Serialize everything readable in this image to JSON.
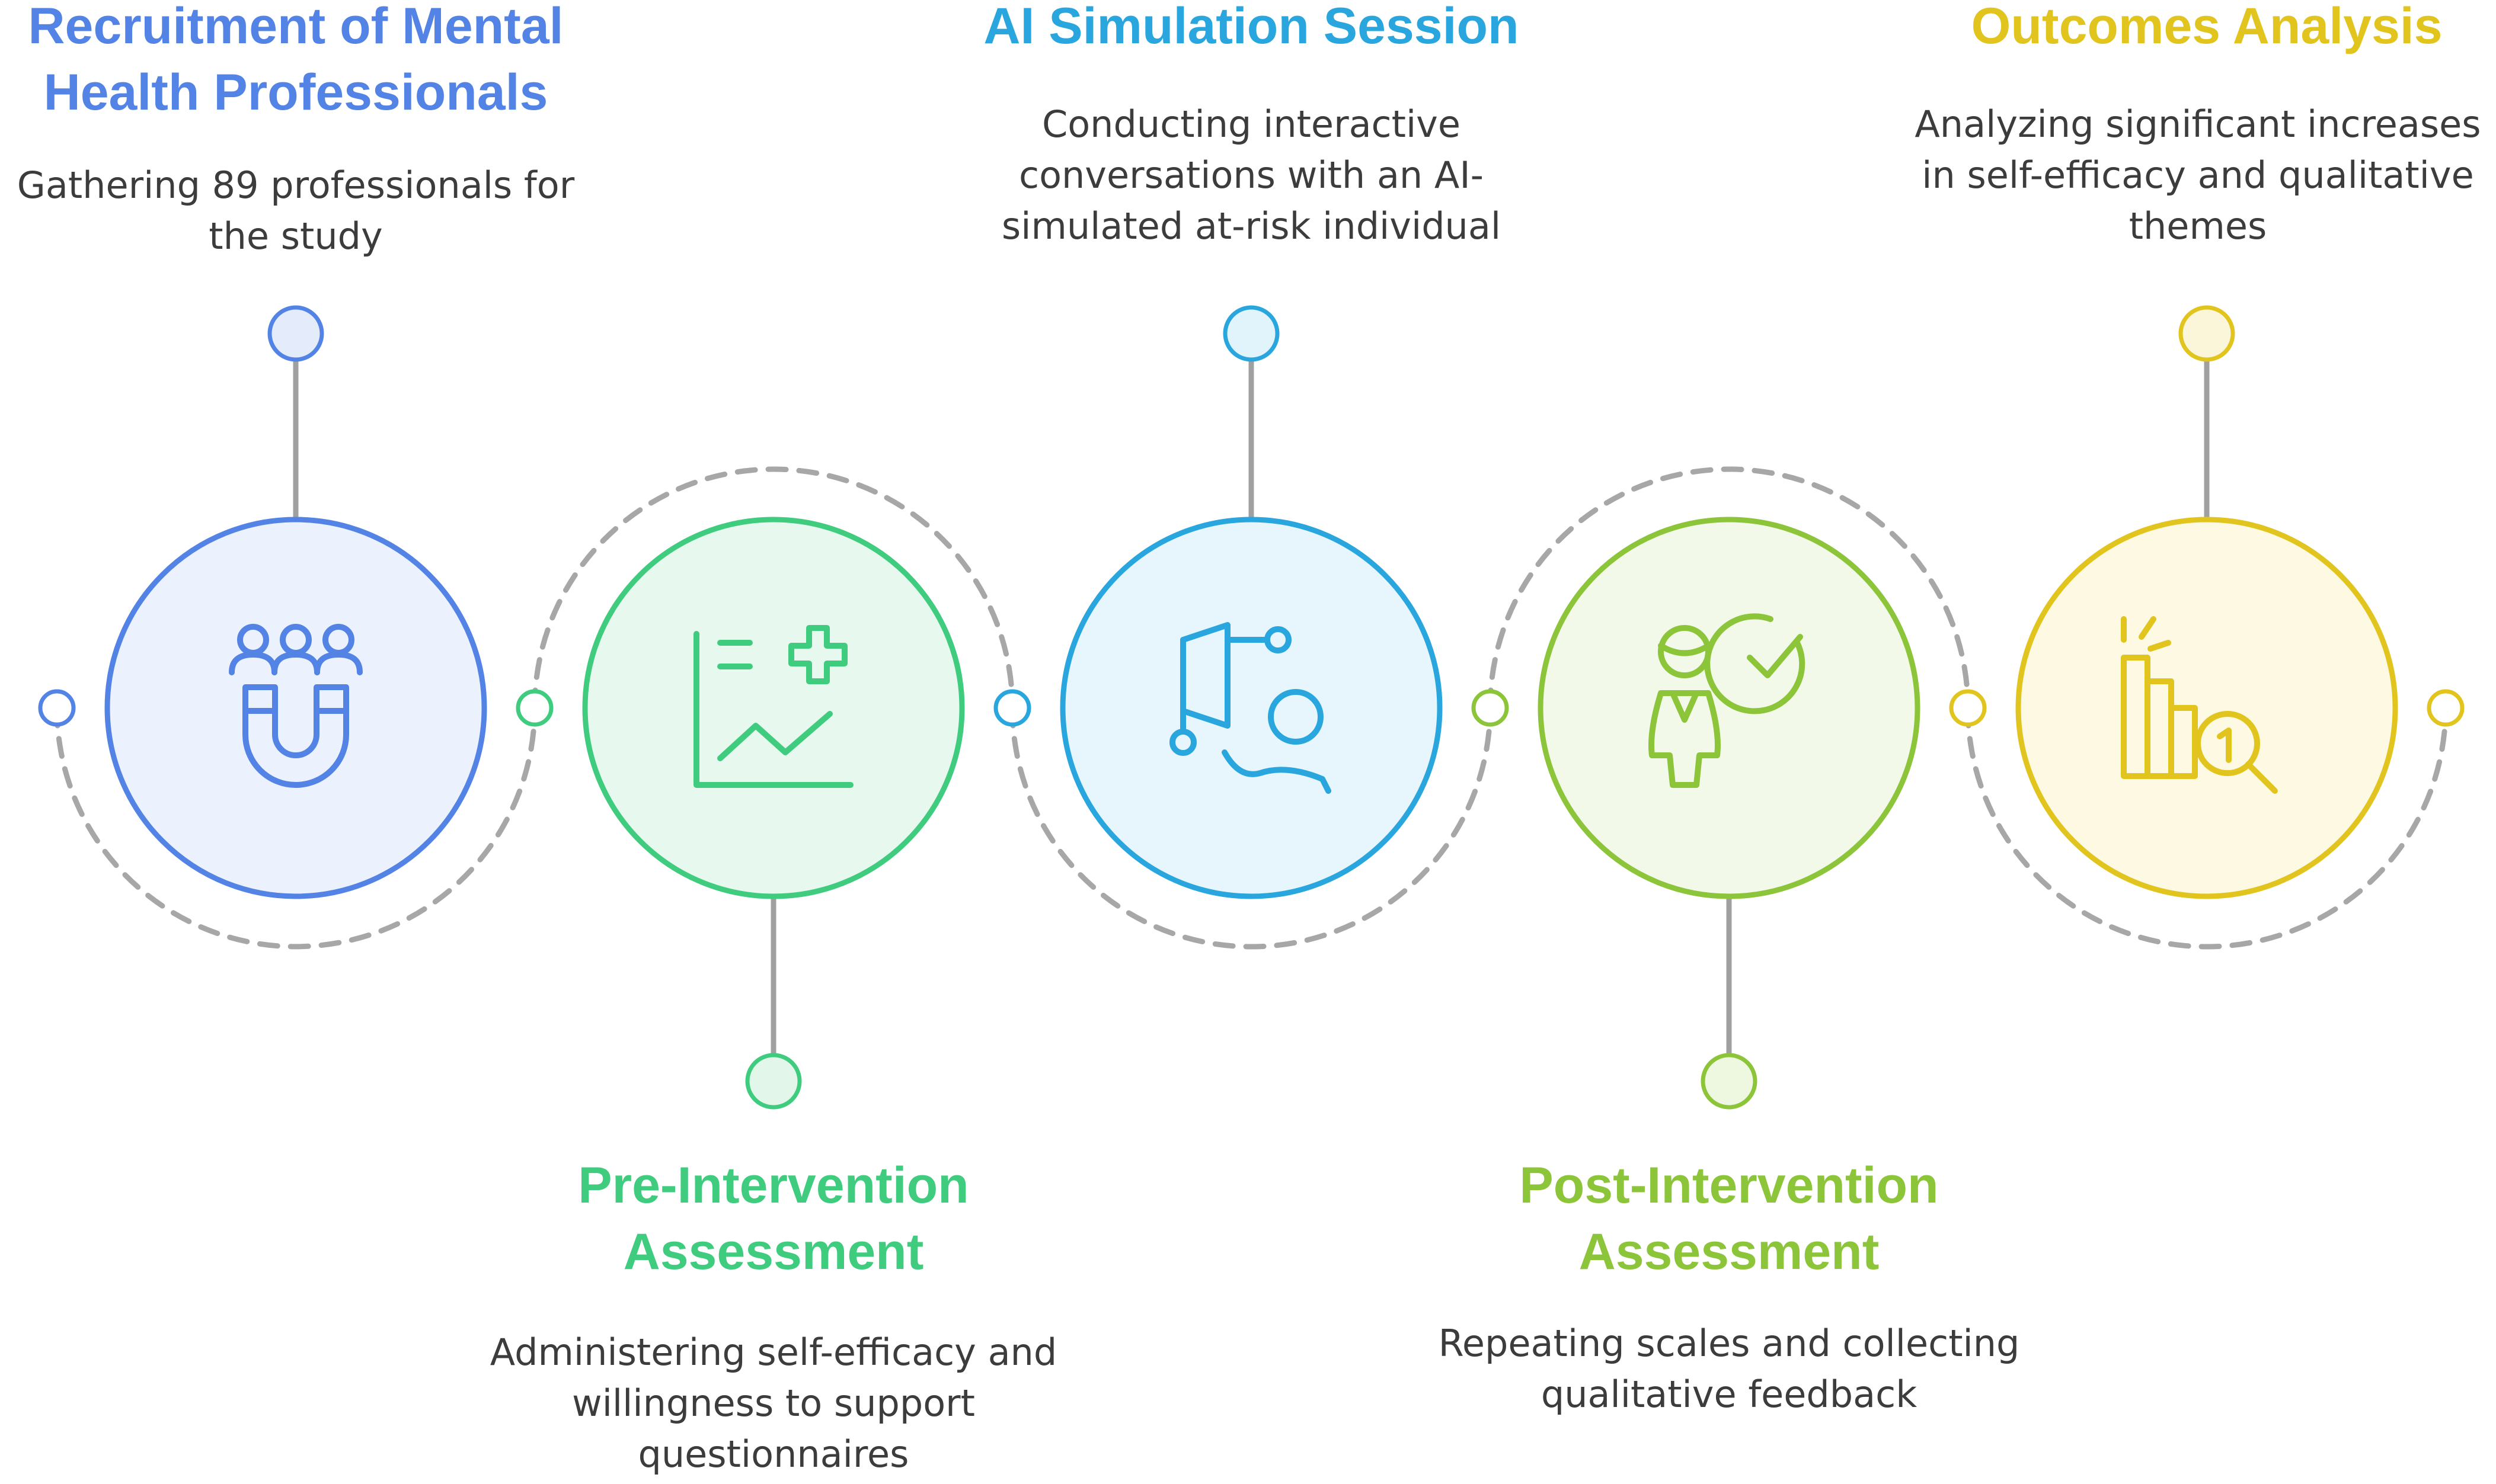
{
  "colors": {
    "blue": "#5384e5",
    "green": "#3fcc7f",
    "cyan": "#2aa6df",
    "lime": "#8cc43a",
    "yellow": "#e1c51e",
    "connector": "#a0a0a0",
    "text": "#3c3c3c"
  },
  "steps": [
    {
      "id": "recruitment",
      "title": "Recruitment of Mental Health Professionals",
      "description": "Gathering 89 professionals for the study",
      "icon": "people-magnet-icon",
      "color": "#5384e5"
    },
    {
      "id": "pre-intervention",
      "title": "Pre-Intervention Assessment",
      "description": "Administering self-efficacy and willingness to support questionnaires",
      "icon": "chart-medical-cross-icon",
      "color": "#3fcc7f"
    },
    {
      "id": "ai-simulation",
      "title": "AI Simulation Session",
      "description": "Conducting interactive conversations with an AI-simulated at-risk individual",
      "icon": "ai-network-person-icon",
      "color": "#2aa6df"
    },
    {
      "id": "post-intervention",
      "title": "Post-Intervention Assessment",
      "description": "Repeating scales and collecting qualitative feedback",
      "icon": "person-checkmark-icon",
      "color": "#8cc43a"
    },
    {
      "id": "outcomes",
      "title": "Outcomes Analysis",
      "description": "Analyzing significant increases in self-efficacy and qualitative themes",
      "icon": "bar-chart-magnifier-icon",
      "color": "#e1c51e"
    }
  ]
}
